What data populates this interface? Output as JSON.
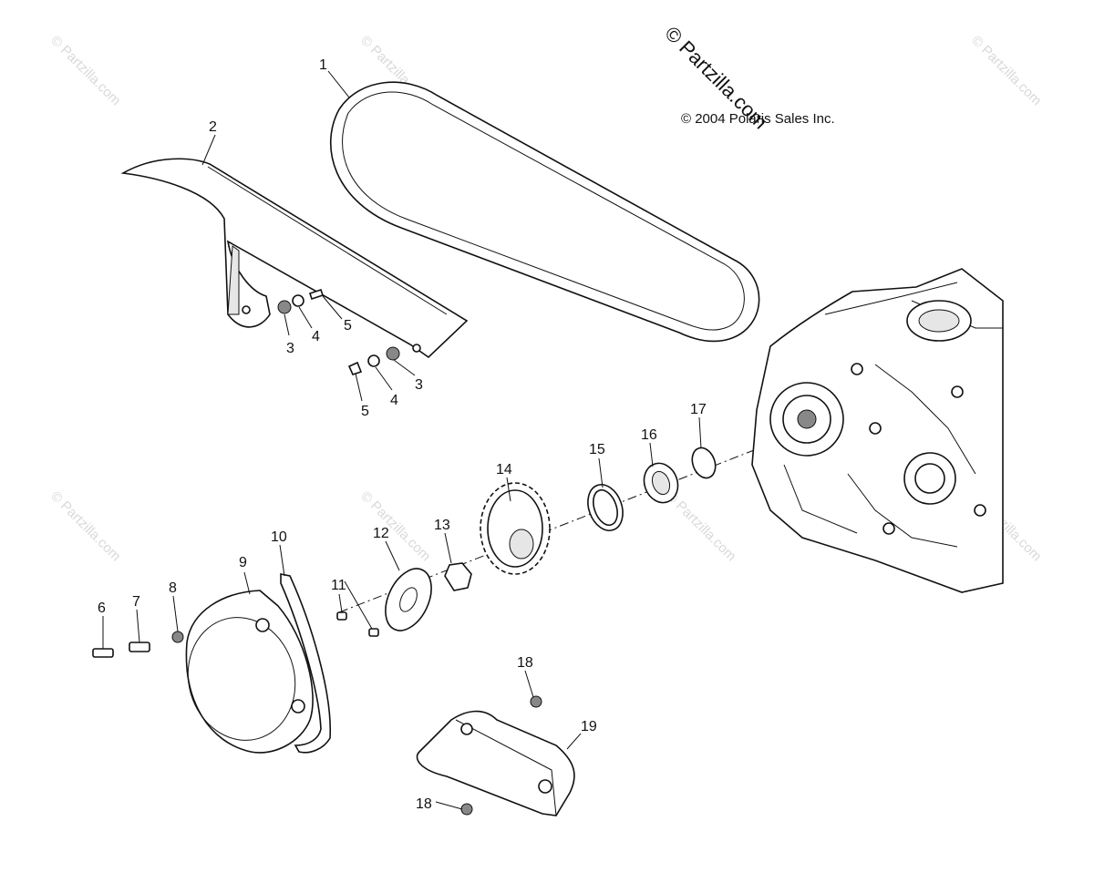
{
  "watermark": {
    "text": "© Partzilla.com"
  },
  "brand": {
    "text": "© Partzilla.com"
  },
  "copyright": {
    "text": "© 2004 Polaris Sales Inc."
  },
  "callouts": {
    "c1": "1",
    "c2": "2",
    "c3a": "3",
    "c3b": "3",
    "c4a": "4",
    "c4b": "4",
    "c5a": "5",
    "c5b": "5",
    "c6": "6",
    "c7": "7",
    "c8": "8",
    "c9": "9",
    "c10": "10",
    "c11": "11",
    "c12": "12",
    "c13": "13",
    "c14": "14",
    "c15": "15",
    "c16": "16",
    "c17": "17",
    "c18a": "18",
    "c18b": "18",
    "c19": "19"
  },
  "parts": {
    "p1": "drive-belt",
    "p2": "outer-belt-guard",
    "p3": "nut",
    "p4": "washer",
    "p5": "screw",
    "p6": "bolt",
    "p7": "bolt",
    "p8": "nut",
    "p9": "front-cover",
    "p10": "gasket",
    "p11": "screw",
    "p12": "retainer-plate",
    "p13": "hex-nut",
    "p14": "drive-sprocket",
    "p15": "seal",
    "p16": "seal",
    "p17": "o-ring",
    "p18": "bolt",
    "p19": "lower-belt-guard"
  }
}
